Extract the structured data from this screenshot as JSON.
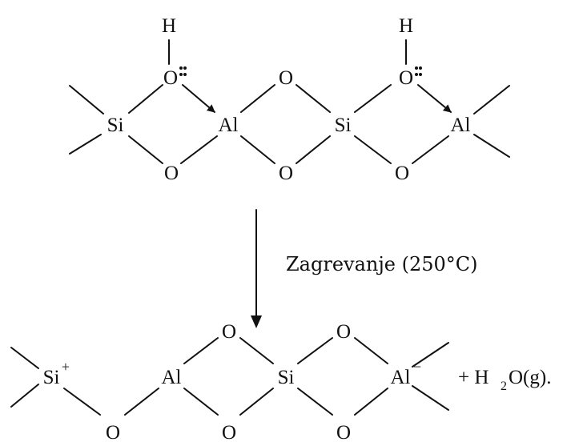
{
  "reactant": {
    "h_left": "H",
    "o_hydroxyl_left": "O",
    "si_left": "Si",
    "o_bottom_left": "O",
    "al_center": "Al",
    "o_top_center": "O",
    "o_bottom_center": "O",
    "si_right": "Si",
    "h_right": "H",
    "o_hydroxyl_right": "O",
    "o_bottom_right": "O",
    "al_right": "Al"
  },
  "condition": {
    "label": "Zagrevanje (250°C)"
  },
  "product": {
    "si_left": "Si",
    "si_left_charge": "+",
    "o_bottom_1": "O",
    "al_left": "Al",
    "o_top_1": "O",
    "o_bottom_2": "O",
    "si_center": "Si",
    "o_top_2": "O",
    "o_bottom_3": "O",
    "al_right": "Al",
    "al_right_charge": "−",
    "byproduct_prefix": "+ H",
    "byproduct_subscript": "2",
    "byproduct_suffix": "O(g)."
  }
}
